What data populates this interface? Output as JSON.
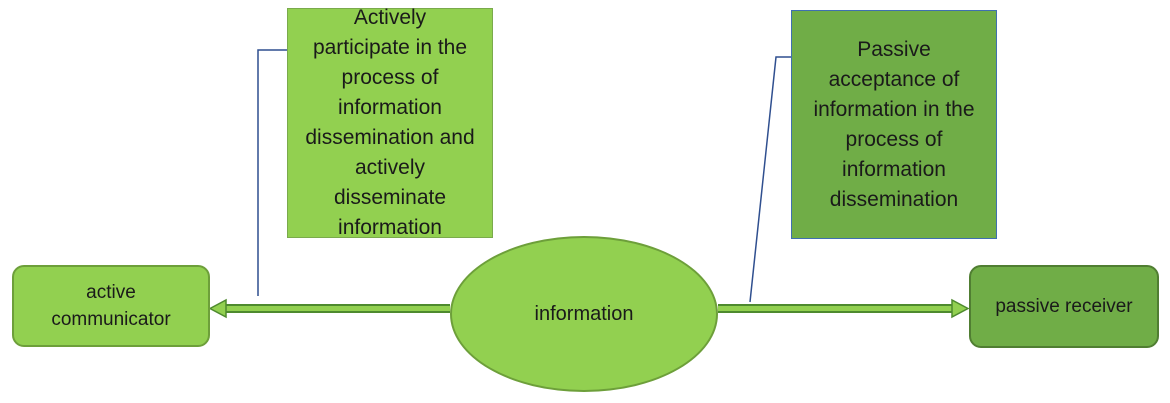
{
  "callouts": {
    "active": "Actively\nparticipate in the\nprocess of\ninformation\ndissemination and\nactively\ndisseminate\ninformation",
    "passive": "Passive\nacceptance of\ninformation in the\nprocess of\ninformation\ndissemination"
  },
  "nodes": {
    "left": "active\ncommunicator",
    "center": "information",
    "right": "passive receiver"
  },
  "colors": {
    "light_green": "#92d050",
    "dark_green": "#70ad47",
    "line_blue": "#2f4f8f"
  }
}
